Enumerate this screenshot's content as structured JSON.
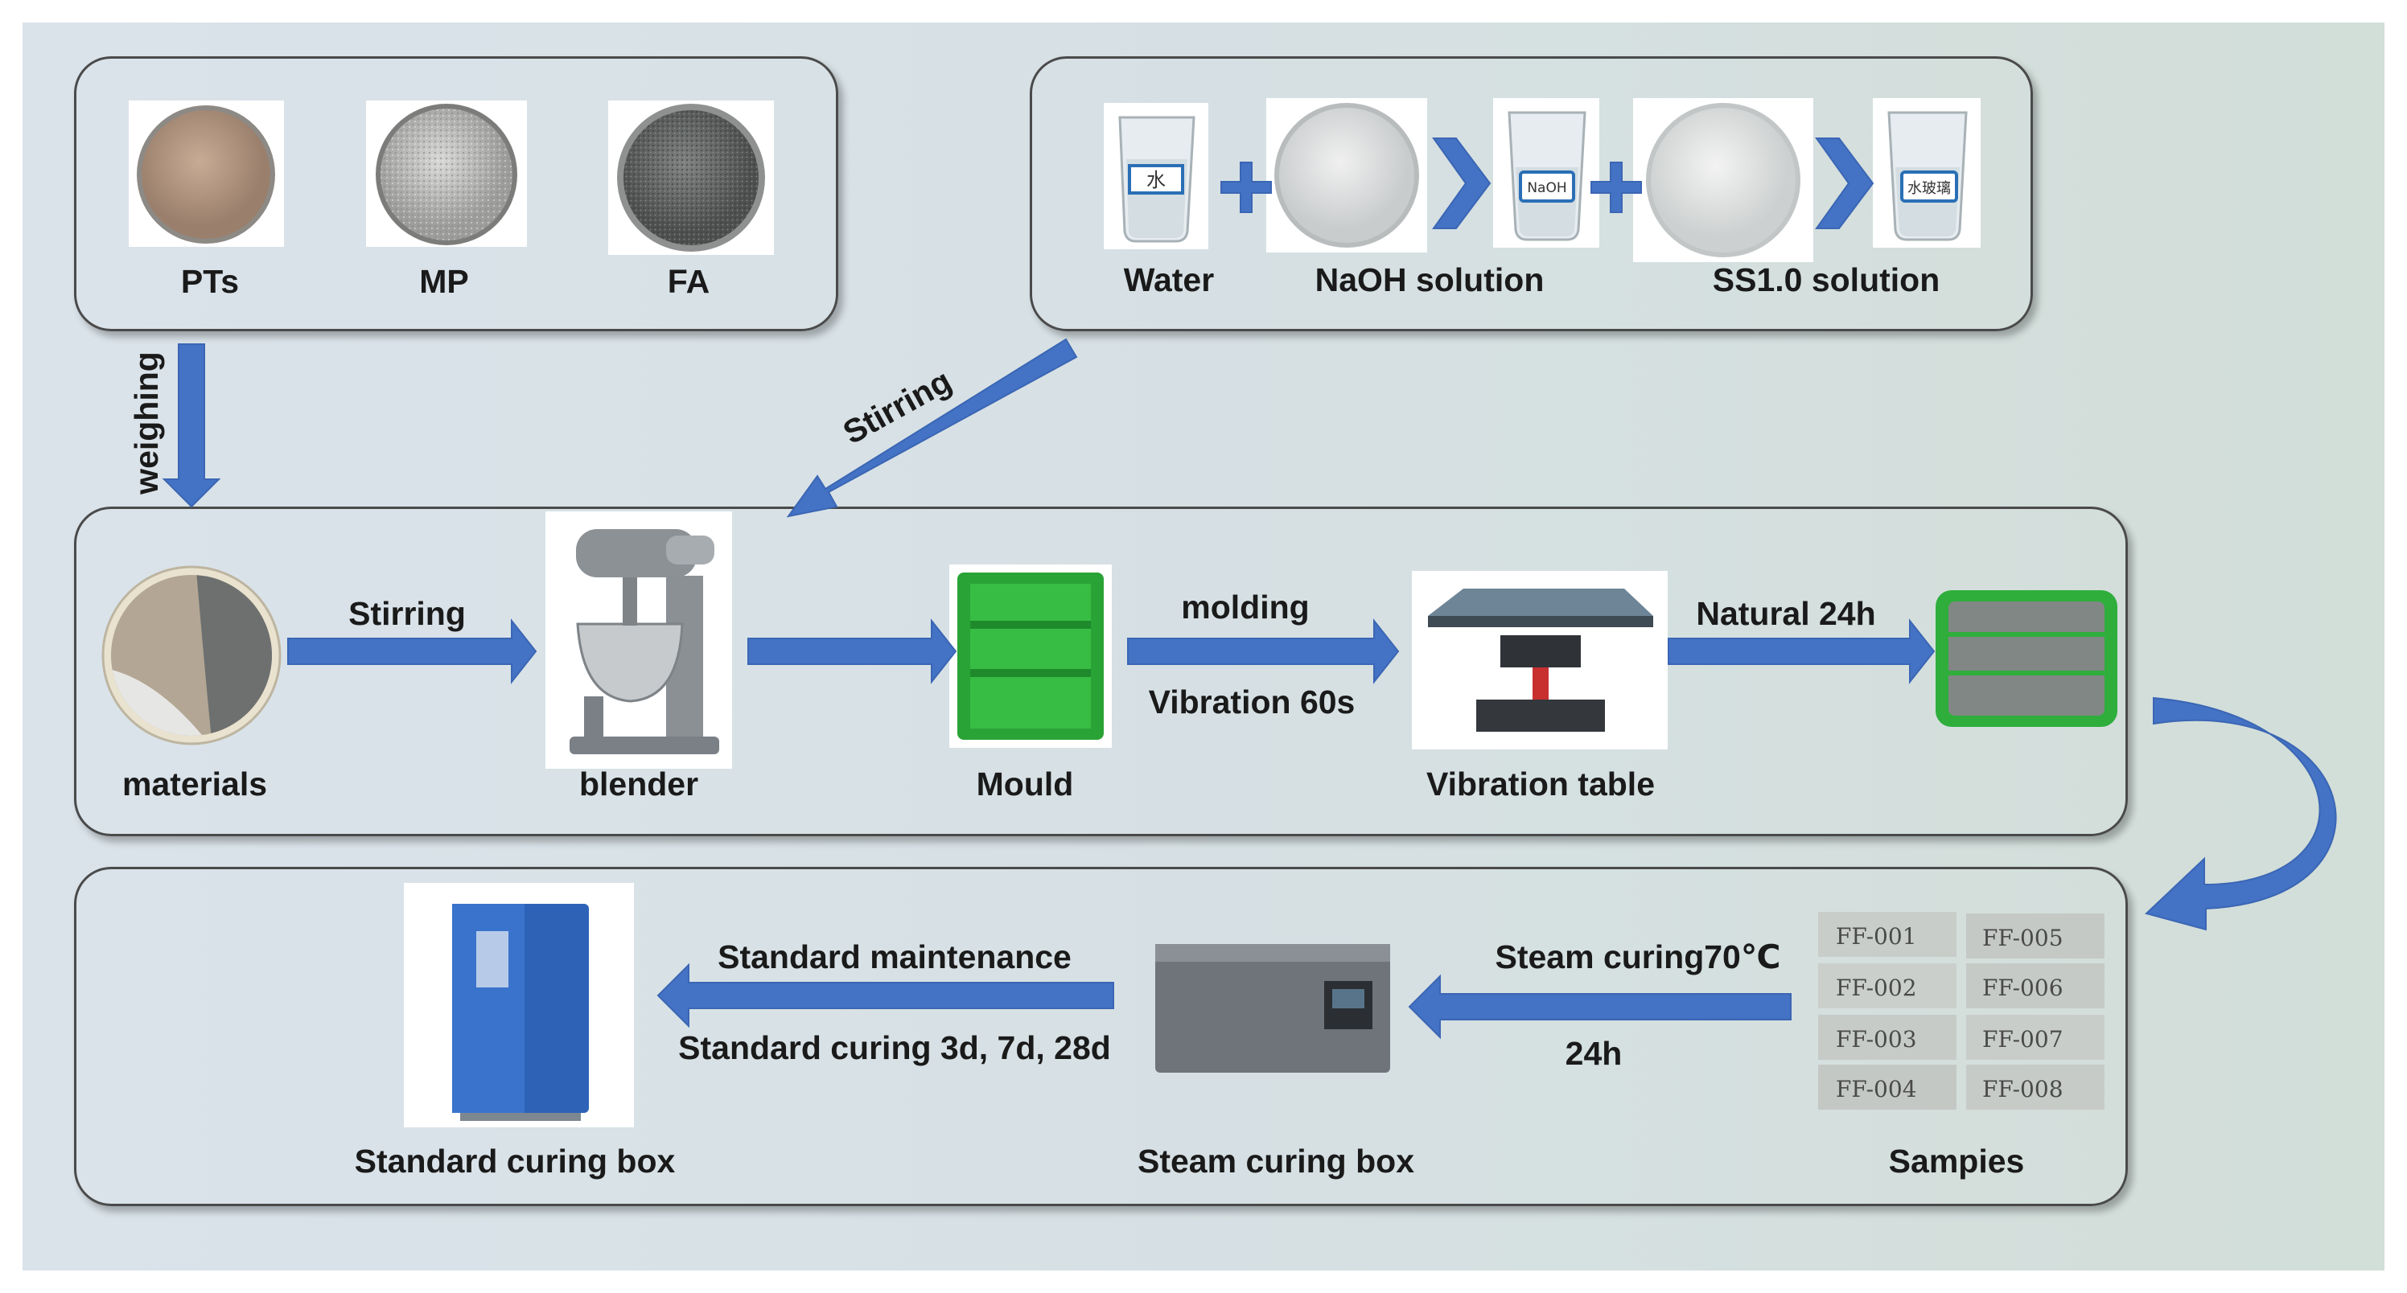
{
  "top_left_panel": {
    "labels": {
      "pts": "PTs",
      "mp": "MP",
      "fa": "FA"
    }
  },
  "top_right_panel": {
    "labels": {
      "water": "Water",
      "naoh": "NaOH solution",
      "ss": "SS1.0 solution"
    },
    "beaker_labels": {
      "water": "水",
      "naoh": "NaOH",
      "ss": "水玻璃"
    }
  },
  "connectors": {
    "weighing": "weighing",
    "stirring_diag": "Stirring"
  },
  "middle_panel": {
    "labels": {
      "materials": "materials",
      "stirring": "Stirring",
      "blender": "blender",
      "mould": "Mould",
      "molding": "molding",
      "vibration60": "Vibration 60s",
      "vibration_table": "Vibration table",
      "natural24": "Natural 24h"
    }
  },
  "bottom_panel": {
    "labels": {
      "standard_box": "Standard curing box",
      "std_maint": "Standard maintenance",
      "std_curing": "Standard curing 3d, 7d, 28d",
      "steam_box": "Steam curing box",
      "steam70": "Steam curing70℃",
      "h24": "24h",
      "samples": "Sampies"
    },
    "sample_tags": [
      "FF-001",
      "FF-005",
      "FF-002",
      "FF-006",
      "FF-003",
      "FF-007",
      "FF-004",
      "FF-008"
    ]
  },
  "colors": {
    "arrow": "#4472c4",
    "arrow_dark": "#2f5597",
    "panel_border": "#4a4a4a",
    "green": "#2fae3c"
  }
}
